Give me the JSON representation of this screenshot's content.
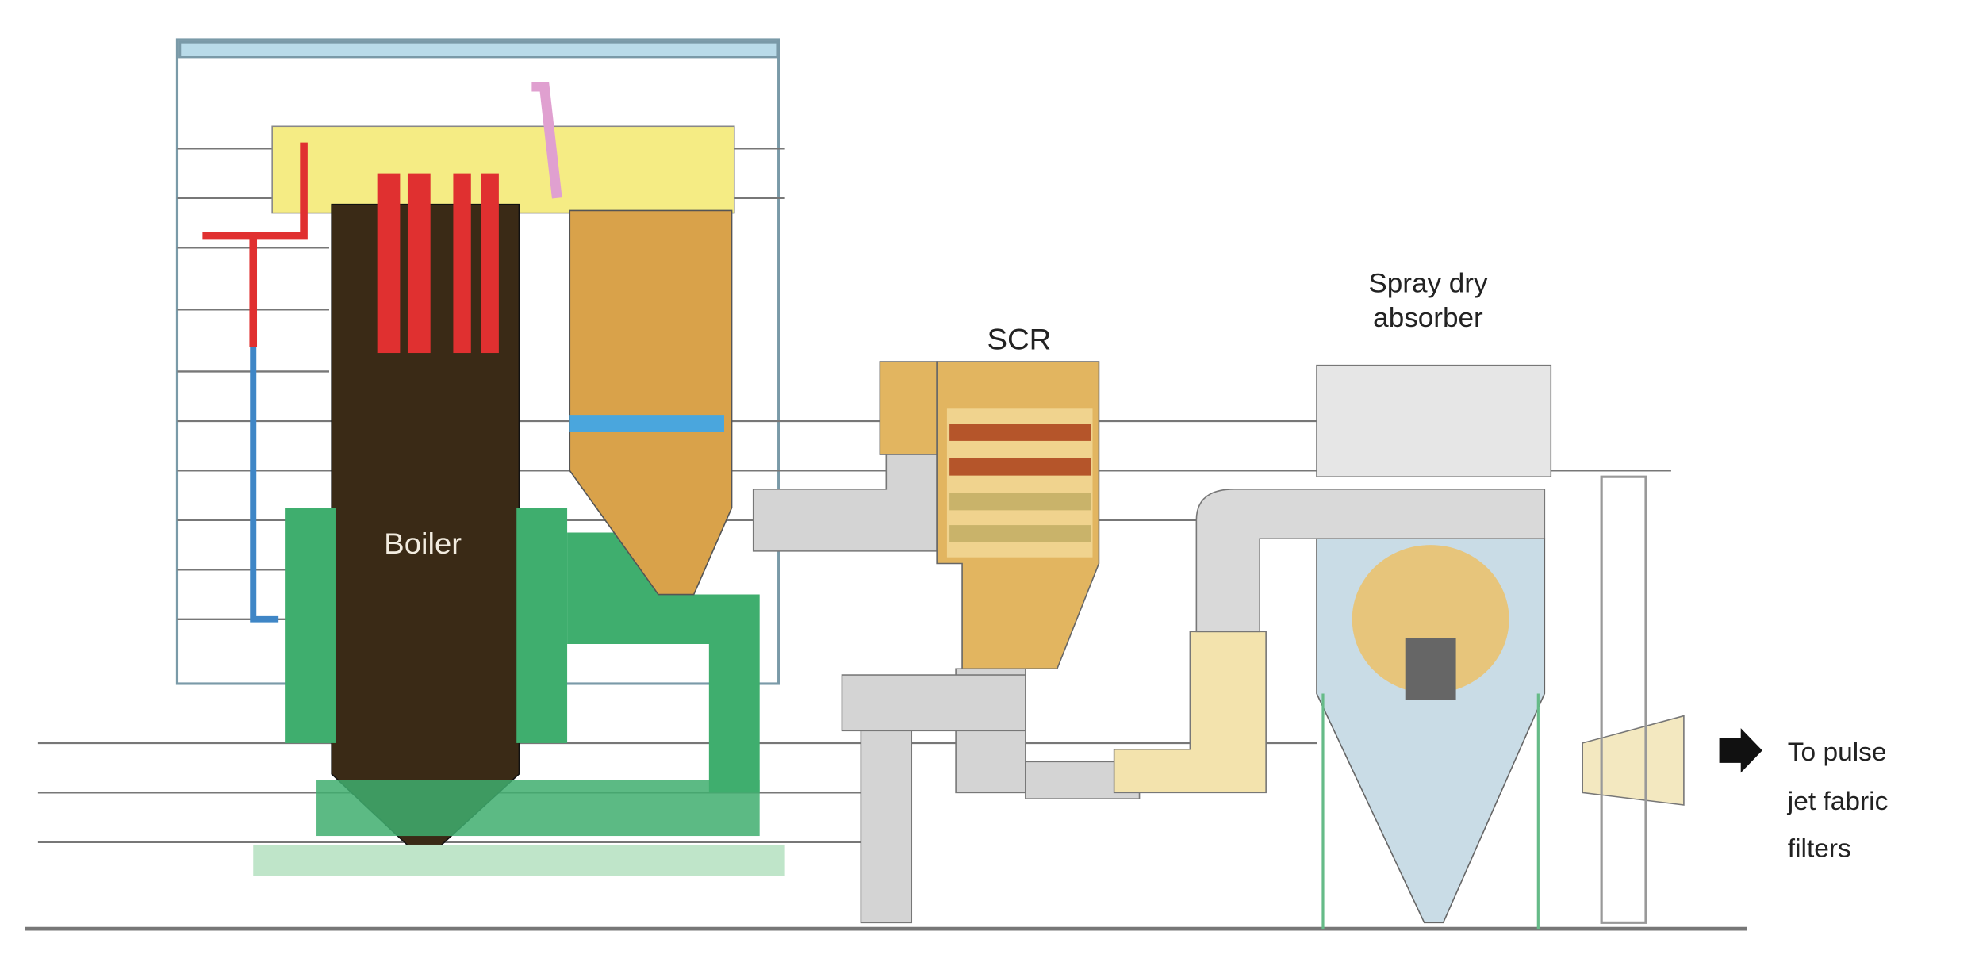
{
  "labels": {
    "boiler": "Boiler",
    "scr": "SCR",
    "spray_dry_line1": "Spray dry",
    "spray_dry_line2": "absorber",
    "outlet_line1": "To pulse",
    "outlet_line2": "jet fabric",
    "outlet_line3": "filters"
  },
  "colors": {
    "boiler_body": "#3a2a16",
    "superheater": "#e03030",
    "economizer": "#d9a24a",
    "air_duct": "#3fae6e",
    "roof": "#f5ec84",
    "scr": "#e2b560",
    "absorber_shell": "#c9dce6",
    "water_pipe": "#3f86c6",
    "duct_gray": "#cfcfcf"
  }
}
